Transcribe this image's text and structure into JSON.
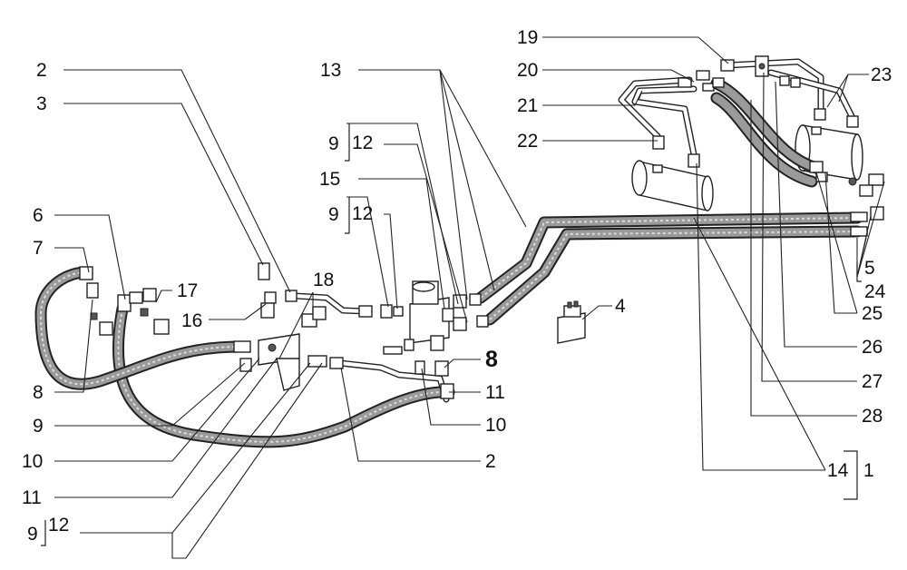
{
  "diagram": {
    "callouts": {
      "c2_top": "2",
      "c3": "3",
      "c6": "6",
      "c7": "7",
      "c8_left": "8",
      "c9_a": "9",
      "c10_a": "10",
      "c11_a": "11",
      "c9_b": "9",
      "c12_b": "12",
      "c16": "16",
      "c17": "17",
      "c18": "18",
      "c13": "13",
      "c9_c": "9",
      "c12_c": "12",
      "c15": "15",
      "c9_d": "9",
      "c12_d": "12",
      "c8_mid": "8",
      "c11_mid": "11",
      "c10_mid": "10",
      "c2_bottom": "2",
      "c4": "4",
      "c19": "19",
      "c20": "20",
      "c21": "21",
      "c22": "22",
      "c23": "23",
      "c5": "5",
      "c24": "24",
      "c25": "25",
      "c26": "26",
      "c27": "27",
      "c28": "28",
      "c14": "14",
      "c1": "1"
    }
  }
}
